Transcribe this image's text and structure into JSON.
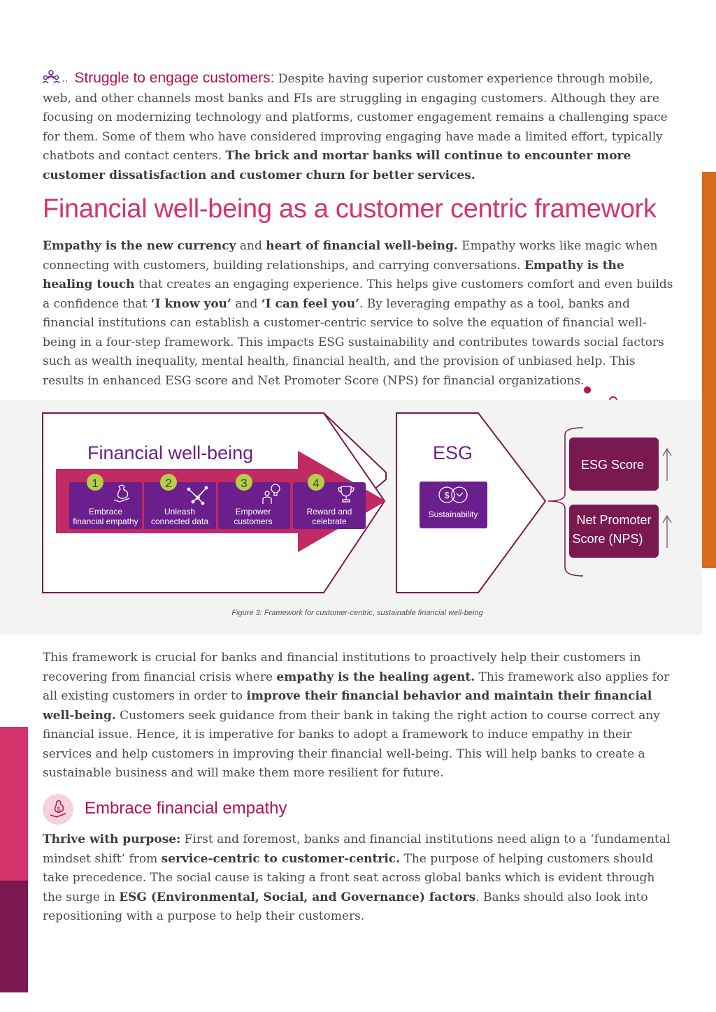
{
  "intro": {
    "icon": "people-network-icon",
    "title": "Struggle to engage customers:",
    "text1": " Despite having superior customer experience through mobile, web, and other channels most banks and FIs are struggling in engaging customers. Although they are focusing on modernizing technology and platforms, customer engagement remains a challenging space for them. Some of them who have considered improving engaging have made a limited effort, typically chatbots and contact centers. ",
    "bold1": "The brick and mortar banks will continue to encounter more customer dissatisfaction and customer churn for better services."
  },
  "heading1": "Financial well-being as a customer centric framework",
  "para2": {
    "b1": "Empathy is the new currency",
    "t1": " and ",
    "b2": "heart of financial well-being.",
    "t2": " Empathy works like magic when connecting with customers, building relationships, and carrying conversations. ",
    "b3": "Empathy is the healing touch",
    "t3": " that creates an engaging experience. This helps give customers comfort and even builds a confidence that ",
    "b4": "‘I know you’",
    "t4": " and ",
    "b5": "‘I can feel you’",
    "t5": ". By leveraging empathy as a tool, banks and financial institutions can establish a customer-centric service to solve the equation of financial well-being in a four-step framework. This impacts ESG sustainability and contributes towards social factors such as wealth inequality, mental health, financial health, and the provision of unbiased help. This results in enhanced ESG score and Net Promoter Score (NPS) for financial organizations."
  },
  "figure": {
    "fwb_title": "Financial well-being",
    "steps": [
      {
        "num": "1",
        "line1": "Embrace",
        "line2": "financial empathy",
        "icon": "money-bag-hand-icon"
      },
      {
        "num": "2",
        "line1": "Unleash",
        "line2": "connected data",
        "icon": "network-nodes-icon"
      },
      {
        "num": "3",
        "line1": "Empower",
        "line2": "customers",
        "icon": "person-idea-icon"
      },
      {
        "num": "4",
        "line1": "Reward and",
        "line2": "celebrate",
        "icon": "trophy-icon"
      }
    ],
    "esg_title": "ESG",
    "esg_label": "Sustainability",
    "esg_icon": "dollar-cycle-icon",
    "results": [
      {
        "line1": "ESG Score",
        "line2": ""
      },
      {
        "line1": "Net Promoter",
        "line2": "Score (NPS)"
      }
    ],
    "caption": "Figure 3: Framework for customer-centric, sustainable financial well-being",
    "colors": {
      "purple": "#6b1f8c",
      "maroon": "#7a1850",
      "pink": "#d5336b",
      "green": "#b7cf48",
      "bg": "#f3f3f2"
    }
  },
  "para3": {
    "t1": "This framework is crucial for banks and financial institutions to proactively help their customers in recovering from financial crisis where ",
    "b1": "empathy is the healing agent.",
    "t2": " This framework also applies for all existing customers in order to ",
    "b2": "improve their financial behavior and maintain their financial well-being.",
    "t3": " Customers seek guidance from their bank in taking the right action to course correct any financial issue. Hence, it is imperative for banks to adopt a framework to induce empathy in their services and help customers in improving their financial well-being. This will help banks to create a sustainable business and will make them more resilient for future."
  },
  "heading2": {
    "icon": "money-bag-hand-icon",
    "text": "Embrace financial empathy"
  },
  "para4": {
    "b1": "Thrive with purpose:",
    "t1": " First and foremost, banks and financial institutions need align to a ‘fundamental mindset shift’ from ",
    "b2": "service-centric to customer-centric.",
    "t2": " The purpose of helping customers should take precedence. The social cause is taking a front seat across global banks which is evident through the surge in ",
    "b3": "ESG (Environmental, Social, and Governance) factors",
    "t3": ". Banks should also look into repositioning with a purpose to help their customers."
  }
}
